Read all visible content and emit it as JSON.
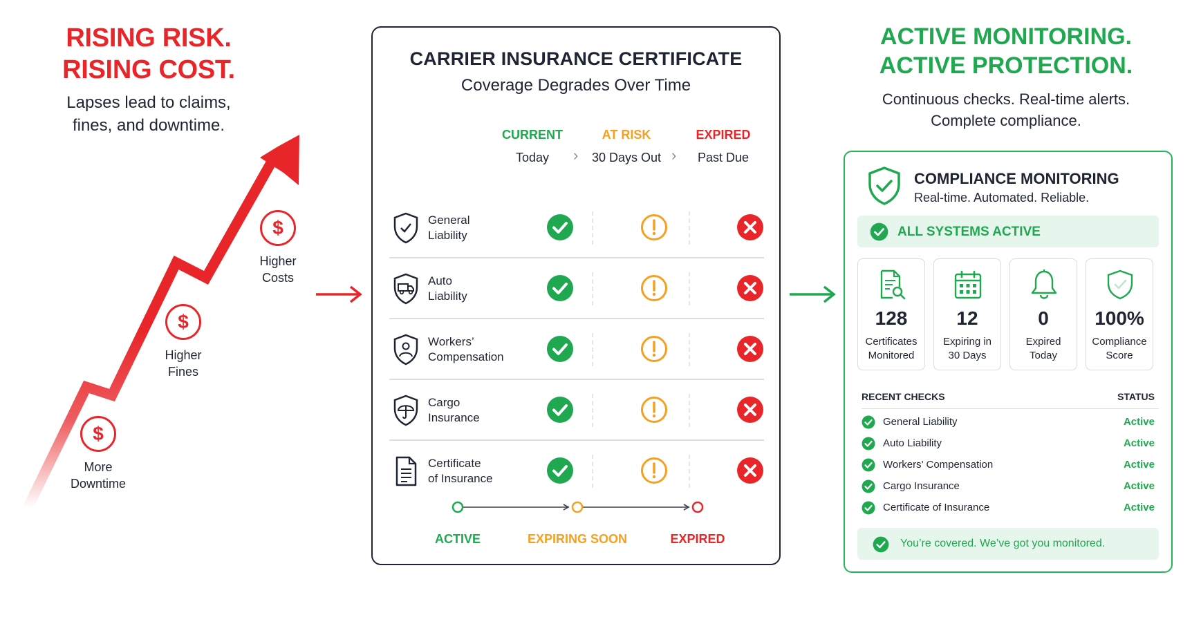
{
  "colors": {
    "red": "#e8262a",
    "orange": "#f5a021",
    "green": "#1fa84f",
    "dark": "#1e2433"
  },
  "left": {
    "title_line1": "RISING RISK.",
    "title_line2": "RISING COST.",
    "sub_line1": "Lapses lead to claims,",
    "sub_line2": "fines, and downtime.",
    "dollar_symbol": "$",
    "items": [
      {
        "label": "Higher\nCosts"
      },
      {
        "label": "Higher\nFines"
      },
      {
        "label": "More\nDowntime"
      }
    ]
  },
  "certificate": {
    "title": "CARRIER INSURANCE CERTIFICATE",
    "subtitle": "Coverage Degrades Over Time",
    "columns": [
      {
        "status": "CURRENT",
        "when": "Today",
        "color": "#1fa84f"
      },
      {
        "status": "AT RISK",
        "when": "30 Days Out",
        "color": "#f5a021"
      },
      {
        "status": "EXPIRED",
        "when": "Past Due",
        "color": "#e8262a"
      }
    ],
    "rows": [
      {
        "label": "General\nLiability",
        "icon": "shield-check-icon"
      },
      {
        "label": "Auto\nLiability",
        "icon": "shield-truck-icon"
      },
      {
        "label": "Workers’\nCompensation",
        "icon": "shield-person-icon"
      },
      {
        "label": "Cargo\nInsurance",
        "icon": "shield-umbrella-icon"
      },
      {
        "label": "Certificate\nof Insurance",
        "icon": "document-icon"
      }
    ],
    "timeline": [
      "ACTIVE",
      "EXPIRING SOON",
      "EXPIRED"
    ]
  },
  "right": {
    "title_line1": "ACTIVE MONITORING.",
    "title_line2": "ACTIVE PROTECTION.",
    "sub_line1": "Continuous checks. Real-time alerts.",
    "sub_line2": "Complete compliance."
  },
  "monitoring": {
    "title": "COMPLIANCE MONITORING",
    "subtitle": "Real-time. Automated. Reliable.",
    "all_active": "ALL SYSTEMS ACTIVE",
    "stats": [
      {
        "value": "128",
        "label": "Certificates\nMonitored",
        "icon": "document-search-icon"
      },
      {
        "value": "12",
        "label": "Expiring in\n30 Days",
        "icon": "calendar-icon"
      },
      {
        "value": "0",
        "label": "Expired\nToday",
        "icon": "bell-icon"
      },
      {
        "value": "100%",
        "label": "Compliance\nScore",
        "icon": "shield-check-icon"
      }
    ],
    "recent_checks_header": "RECENT CHECKS",
    "status_header": "STATUS",
    "checks": [
      {
        "name": "General Liability",
        "status": "Active"
      },
      {
        "name": "Auto Liability",
        "status": "Active"
      },
      {
        "name": "Workers’ Compensation",
        "status": "Active"
      },
      {
        "name": "Cargo Insurance",
        "status": "Active"
      },
      {
        "name": "Certificate of Insurance",
        "status": "Active"
      }
    ],
    "footer": "You’re covered. We’ve got you monitored."
  }
}
